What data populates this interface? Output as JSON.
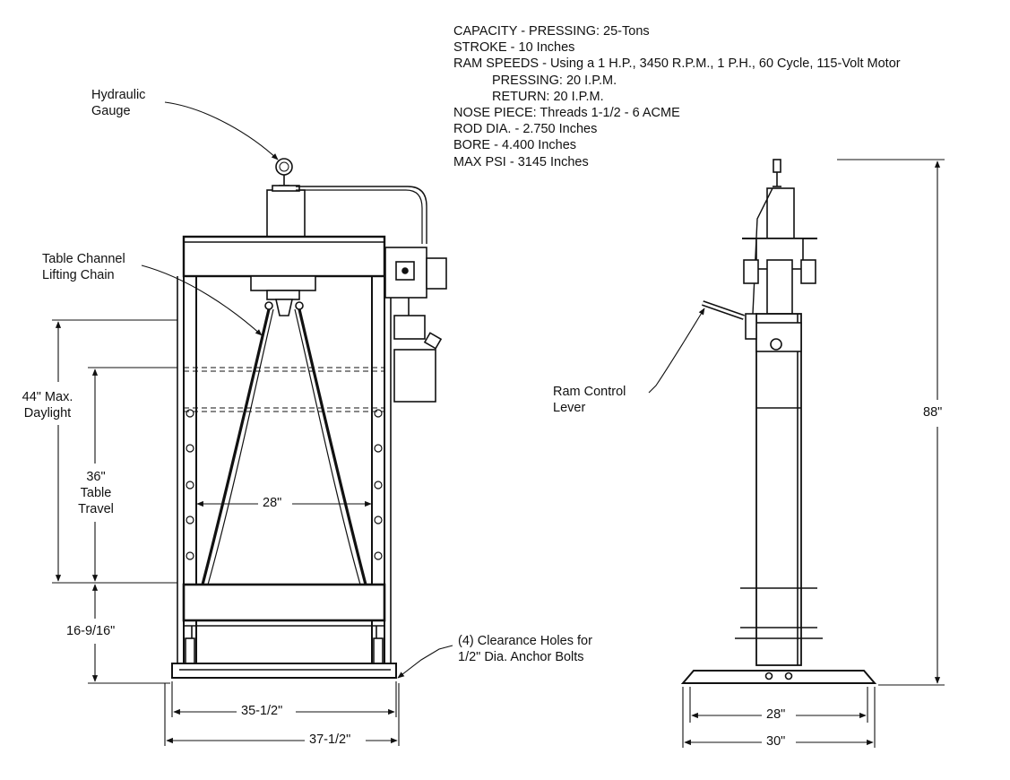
{
  "specs": {
    "capacity": "CAPACITY - PRESSING: 25-Tons",
    "stroke": "STROKE - 10 Inches",
    "ram_speeds": "RAM SPEEDS - Using a 1 H.P., 3450 R.P.M., 1 P.H., 60 Cycle, 115-Volt Motor",
    "pressing": "PRESSING: 20 I.P.M.",
    "return": "RETURN: 20 I.P.M.",
    "nose_piece": "NOSE PIECE: Threads 1-1/2 - 6 ACME",
    "rod_dia": "ROD DIA. - 2.750 Inches",
    "bore": "BORE - 4.400 Inches",
    "max_psi": "MAX PSI - 3145 Inches"
  },
  "labels": {
    "hydraulic_gauge_1": "Hydraulic",
    "hydraulic_gauge_2": "Gauge",
    "table_channel_1": "Table Channel",
    "table_channel_2": "Lifting Chain",
    "max_daylight_1": "44\" Max.",
    "max_daylight_2": "Daylight",
    "table_travel_1": "36\"",
    "table_travel_2": "Table",
    "table_travel_3": "Travel",
    "ram_control_1": "Ram Control",
    "ram_control_2": "Lever",
    "clearance_1": "(4) Clearance Holes for",
    "clearance_2": "1/2\" Dia. Anchor Bolts"
  },
  "dimensions": {
    "inner_width": "28\"",
    "bed_height": "16-9/16\"",
    "frame_width": "35-1/2\"",
    "base_width": "37-1/2\"",
    "overall_height": "88\"",
    "side_base_inner": "28\"",
    "side_base_outer": "30\""
  }
}
